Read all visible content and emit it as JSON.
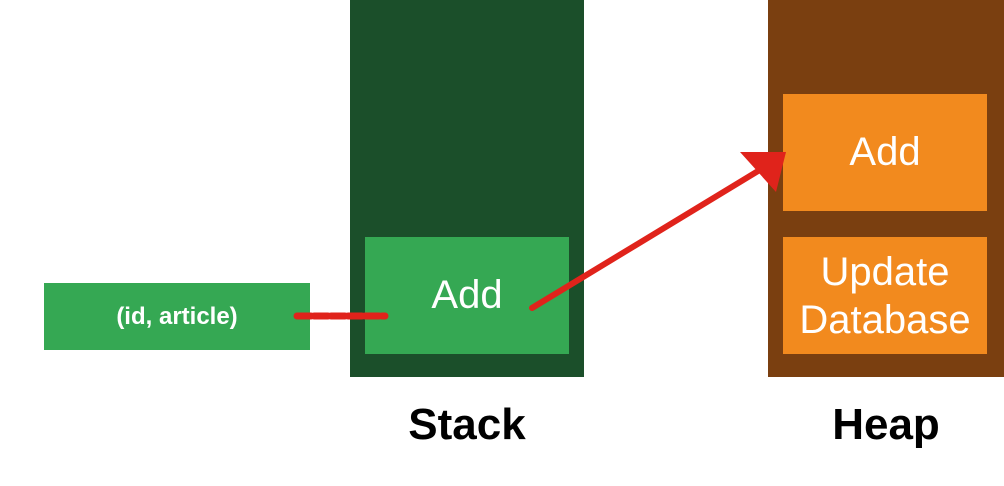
{
  "colors": {
    "stack_bg": "#1b4f2a",
    "green_box": "#35a853",
    "heap_bg": "#7a3f10",
    "orange_box": "#f28a1e",
    "arrow": "#e0231b"
  },
  "argument": {
    "label": "(id, article)"
  },
  "stack": {
    "label": "Stack",
    "frame": {
      "label": "Add"
    }
  },
  "heap": {
    "label": "Heap",
    "items": [
      {
        "label": "Add"
      },
      {
        "label_line1": "Update",
        "label_line2": "Database"
      }
    ]
  }
}
